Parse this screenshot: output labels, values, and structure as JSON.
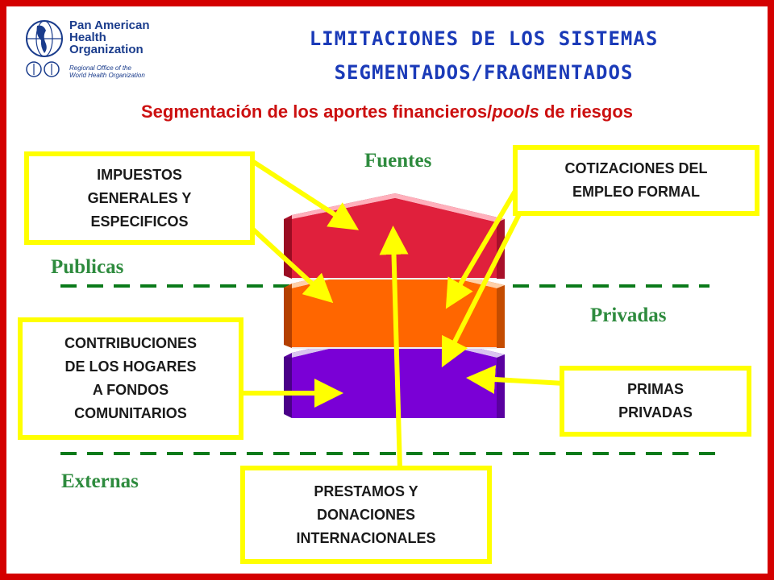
{
  "logo": {
    "name": "Pan American\nHealth\nOrganization",
    "subtitle": "Regional Office of the\nWorld Health Organization"
  },
  "title_line1": "LIMITACIONES DE LOS SISTEMAS",
  "title_line2": "SEGMENTADOS/FRAGMENTADOS",
  "subtitle_part1": "Segmentación de los aportes financieros/",
  "subtitle_part2": "pools",
  "subtitle_part3": " de riesgos",
  "labels": {
    "fuentes": "Fuentes",
    "publicas": "Publicas",
    "privadas": "Privadas",
    "externas": "Externas"
  },
  "boxes": {
    "impuestos": "IMPUESTOS\nGENERALES Y\nESPECIFICOS",
    "cotizaciones": "COTIZACIONES DEL\nEMPLEO FORMAL",
    "contribuciones": "CONTRIBUCIONES\nDE LOS HOGARES\nA FONDOS\nCOMUNITARIOS",
    "primas": "PRIMAS\nPRIVADAS",
    "prestamos": "PRESTAMOS Y\nDONACIONES\nINTERNACIONALES"
  },
  "colors": {
    "frame": "#d40000",
    "title": "#1a3ab8",
    "subtitle": "#cc1010",
    "label": "#2e8b3e",
    "box_border": "#ffff00",
    "arrow": "#ffff00",
    "dashes": "#0a7a1a",
    "layer_top": "#e0203c",
    "layer_middle": "#ff6600",
    "layer_bottom": "#7a00d6"
  }
}
